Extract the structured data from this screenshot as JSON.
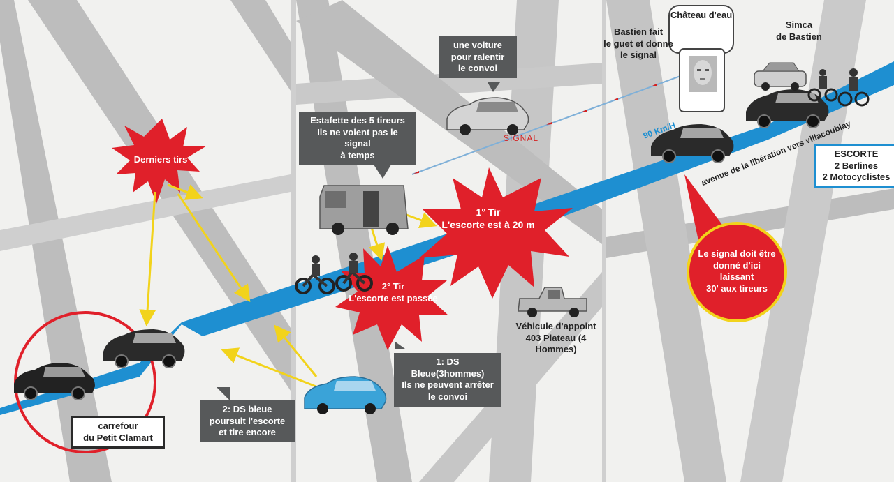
{
  "labels": {
    "derniers_tirs": "Derniers tirs",
    "voiture_ralentir": "une voiture\npour ralentir\nle convoi",
    "estafette": "Estafette des 5 tireurs\nIls ne voient pas le signal\nà temps",
    "signal": "SIGNAL",
    "tir1": "1° Tir\nL'escorte est à 20 m",
    "tir2": "2° Tir\nL'escorte est passée",
    "vehicule_appoint": "Véhicule d'appoint\n403 Plateau (4 Hommes)",
    "ds_bleue_1": "1: DS Bleue(3hommes)\nIls ne peuvent arrêter\nle convoi",
    "ds_bleue_2": "2: DS bleue\npoursuit l'escorte\net tire encore",
    "carrefour": "carrefour\ndu Petit Clamart",
    "bastien": "Bastien fait\nle guet et donne\nle signal",
    "chateau": "Château d'eau",
    "simca": "Simca\nde Bastien",
    "speed": "90 Km/H",
    "avenue": "avenue de la libération vers villacoublay",
    "escorte": "ESCORTE\n2 Berlines\n2 Motocyclistes",
    "signal_doit": "Le signal doit être\ndonné d'ici laissant\n30' aux tireurs"
  },
  "colors": {
    "road": "#1e8fd1",
    "star": "#e0202a",
    "arrow": "#f2d31b",
    "panel": "#f1f1ef",
    "stripe": "#b9b9b9",
    "box": "#57595a",
    "ds_blue": "#3aa3d8"
  },
  "icons": [
    "car-icon",
    "van-icon",
    "pickup-truck-icon",
    "motorcycle-icon",
    "water-tower-icon",
    "face-photo-icon"
  ]
}
